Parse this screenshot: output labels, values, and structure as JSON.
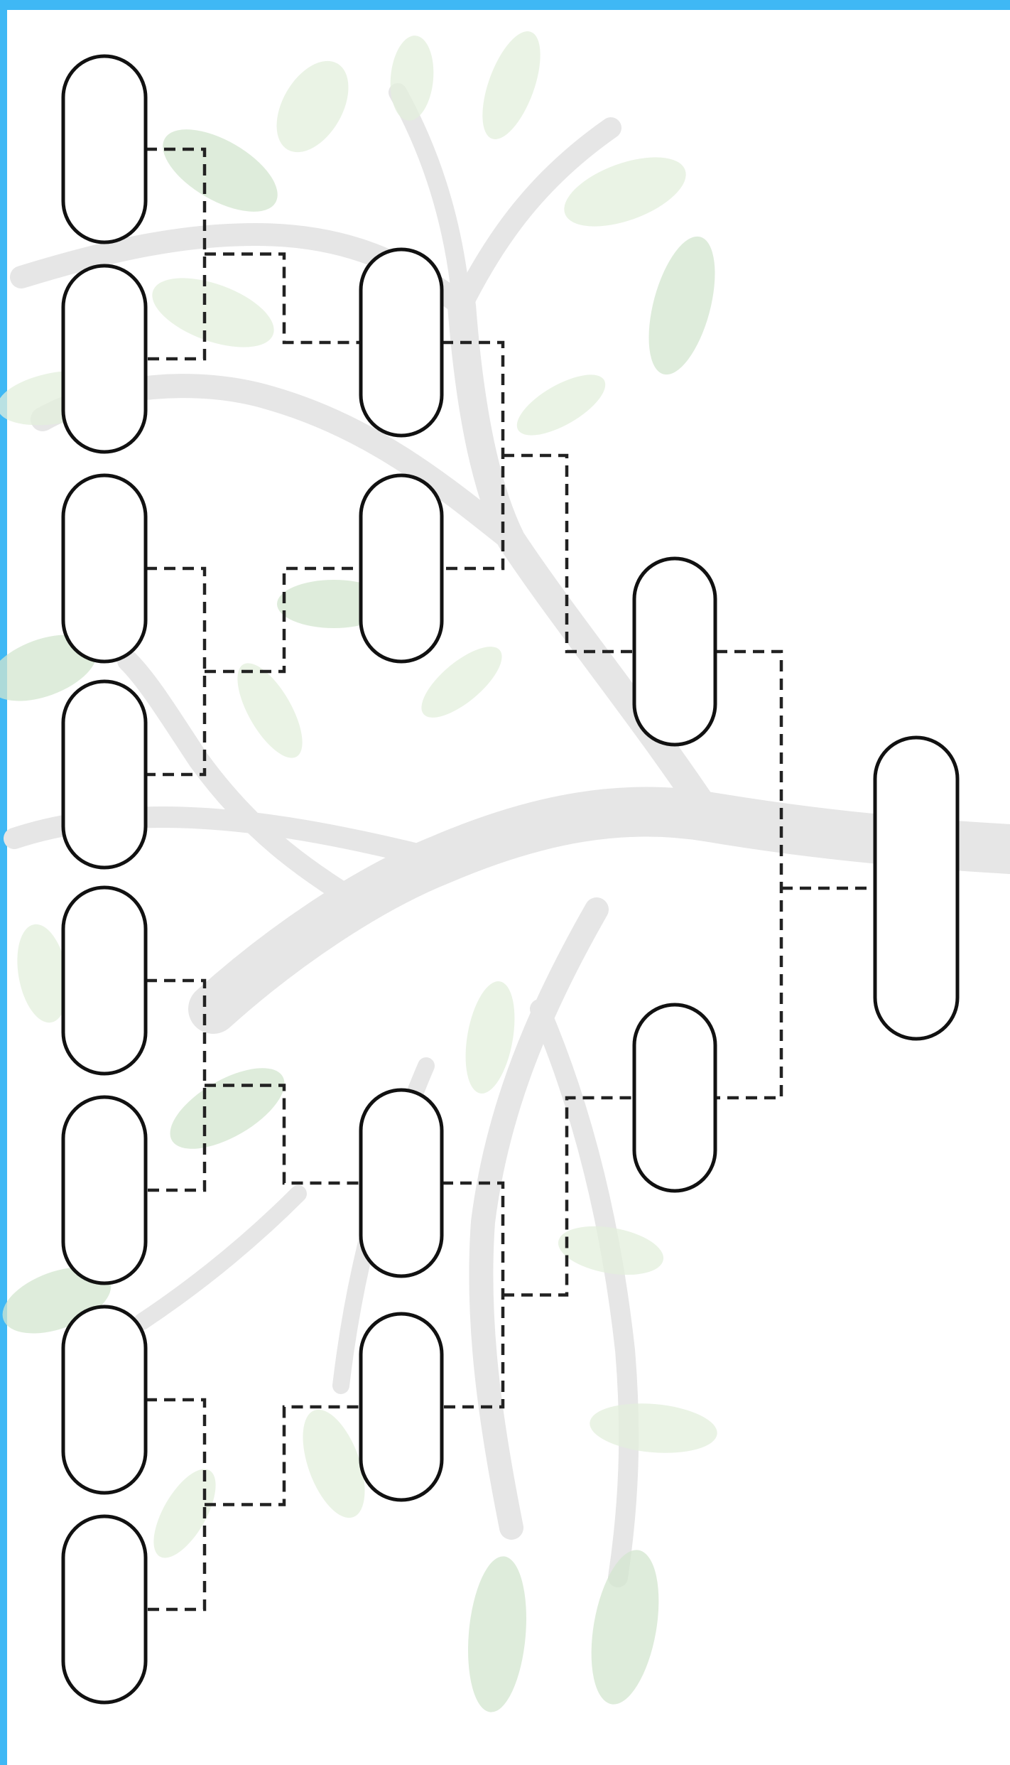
{
  "diagram": {
    "type": "family-tree-template",
    "generations": 4,
    "slots_per_generation": [
      8,
      4,
      2,
      1
    ],
    "slot_labels": [],
    "colors": {
      "frame": "#3fb8f5",
      "slot_stroke": "#111111",
      "connector": "#222222",
      "tree_branches": "#e6e6e6",
      "leaf_light": "#e3efdc",
      "leaf_mid": "#d3e6cf"
    }
  }
}
